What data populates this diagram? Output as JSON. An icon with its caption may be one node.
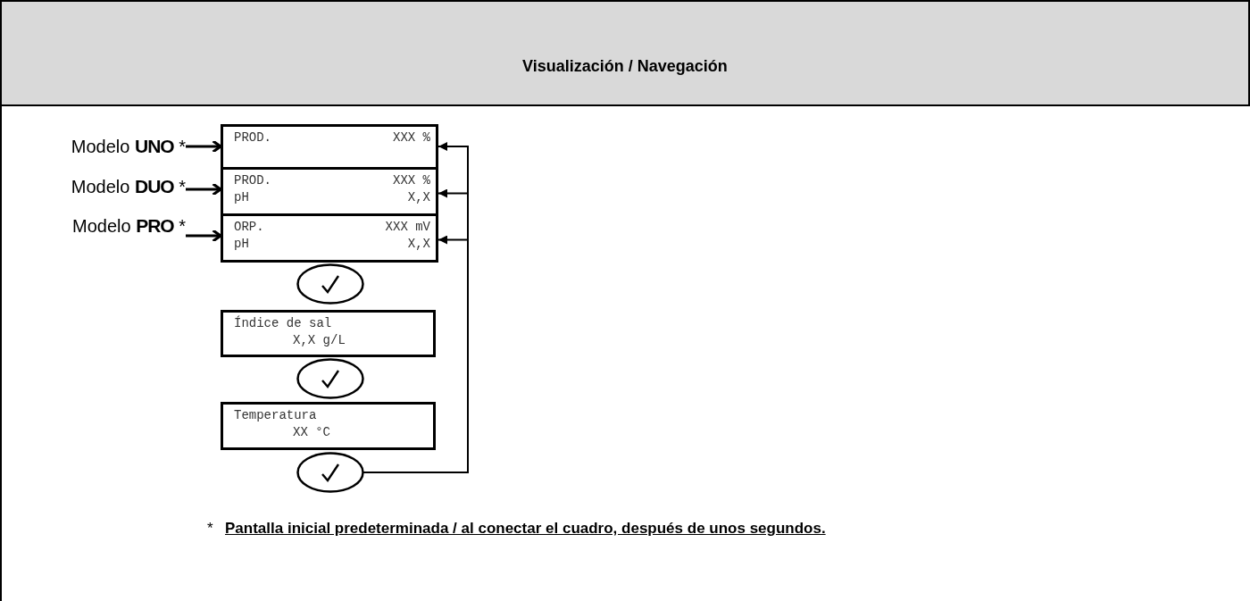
{
  "diagram": {
    "title": "Visualización / Navegación",
    "nodes": [
      {
        "text": [
          "Modelo **UNO** *"
        ]
      },
      {
        "text": [
          "Modelo **DUO** *"
        ]
      },
      {
        "text": [
          "Modelo **PRO** *"
        ]
      },
      {
        "text": [
          "PROD.",
          "XXX %"
        ]
      },
      {
        "text": [
          "PROD.",
          "XXX %",
          "pH",
          "X,X"
        ]
      },
      {
        "text": [
          "ORP.",
          "XXX mV",
          "pH",
          "X,X"
        ]
      },
      {
        "text": [],
        "shape": "circle"
      },
      {
        "text": [
          "Índice de sal",
          "X,X g/L"
        ]
      },
      {
        "text": [],
        "shape": "circle"
      },
      {
        "text": [
          "Temperatura",
          "XX °C"
        ]
      },
      {
        "text": [],
        "shape": "circle"
      }
    ],
    "edges": [
      {
        "from": 0,
        "to": 3,
        "arrow": "to"
      },
      {
        "from": 1,
        "to": 4,
        "arrow": "to"
      },
      {
        "from": 2,
        "to": 5,
        "arrow": "to"
      },
      {
        "from": 10,
        "to": 3,
        "arrow": "to"
      },
      {
        "from": 10,
        "to": 4,
        "arrow": "to"
      },
      {
        "from": 10,
        "to": 5,
        "arrow": "to"
      }
    ],
    "labels": [
      "*"
    ],
    "caption": "Pantalla inicial predeterminada / al conectar el cuadro, después de unos segundos."
  }
}
